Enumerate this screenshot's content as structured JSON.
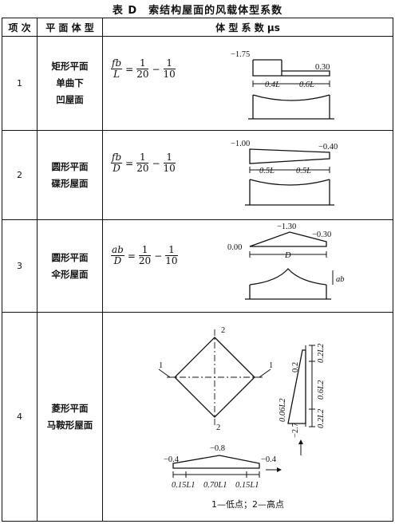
{
  "title": "表 D　索结构屋面的风载体型系数",
  "headers": {
    "no": "项 次",
    "plane": "平 面 体 型",
    "fig": "体 型 系 数 μs"
  },
  "rows": [
    {
      "no": "1",
      "plane": [
        "矩形平面",
        "单曲下",
        "凹屋面"
      ],
      "formula": {
        "num": "fb",
        "den": "L",
        "a": "1",
        "a_den": "20",
        "b": "1",
        "b_den": "10"
      },
      "labels": {
        "left": "−1.75",
        "right": "0.30",
        "dim1": "0.4L",
        "dim2": "0.6L"
      }
    },
    {
      "no": "2",
      "plane": [
        "圆形平面",
        "碟形屋面"
      ],
      "formula": {
        "num": "fb",
        "den": "D",
        "a": "1",
        "a_den": "20",
        "b": "1",
        "b_den": "10"
      },
      "labels": {
        "left": "−1.00",
        "right": "−0.40",
        "dim1": "0.5L",
        "dim2": "0.5L"
      }
    },
    {
      "no": "3",
      "plane": [
        "圆形平面",
        "伞形屋面"
      ],
      "formula": {
        "num": "ab",
        "den": "D",
        "a": "1",
        "a_den": "20",
        "b": "1",
        "b_den": "10"
      },
      "labels": {
        "left": "0.00",
        "mid": "−1.30",
        "right": "−0.30",
        "dim": "D",
        "h": "ab"
      }
    },
    {
      "no": "4",
      "plane": [
        "菱形平面",
        "马鞍形屋面"
      ],
      "labels": {
        "p1": "1",
        "p2": "2",
        "s_left": "−0.4",
        "s_mid": "−0.8",
        "s_right": "−0.4",
        "d1": "0.15L1",
        "d2": "0.70L1",
        "d3": "0.15L1",
        "v_top": "0.2",
        "v_bot": "−2.7",
        "v_side": "0.06L2",
        "v_d1": "0.2L2",
        "v_d2": "0.6L2",
        "v_d3": "0.2L2"
      },
      "legend": "1—低点；2—高点"
    }
  ]
}
